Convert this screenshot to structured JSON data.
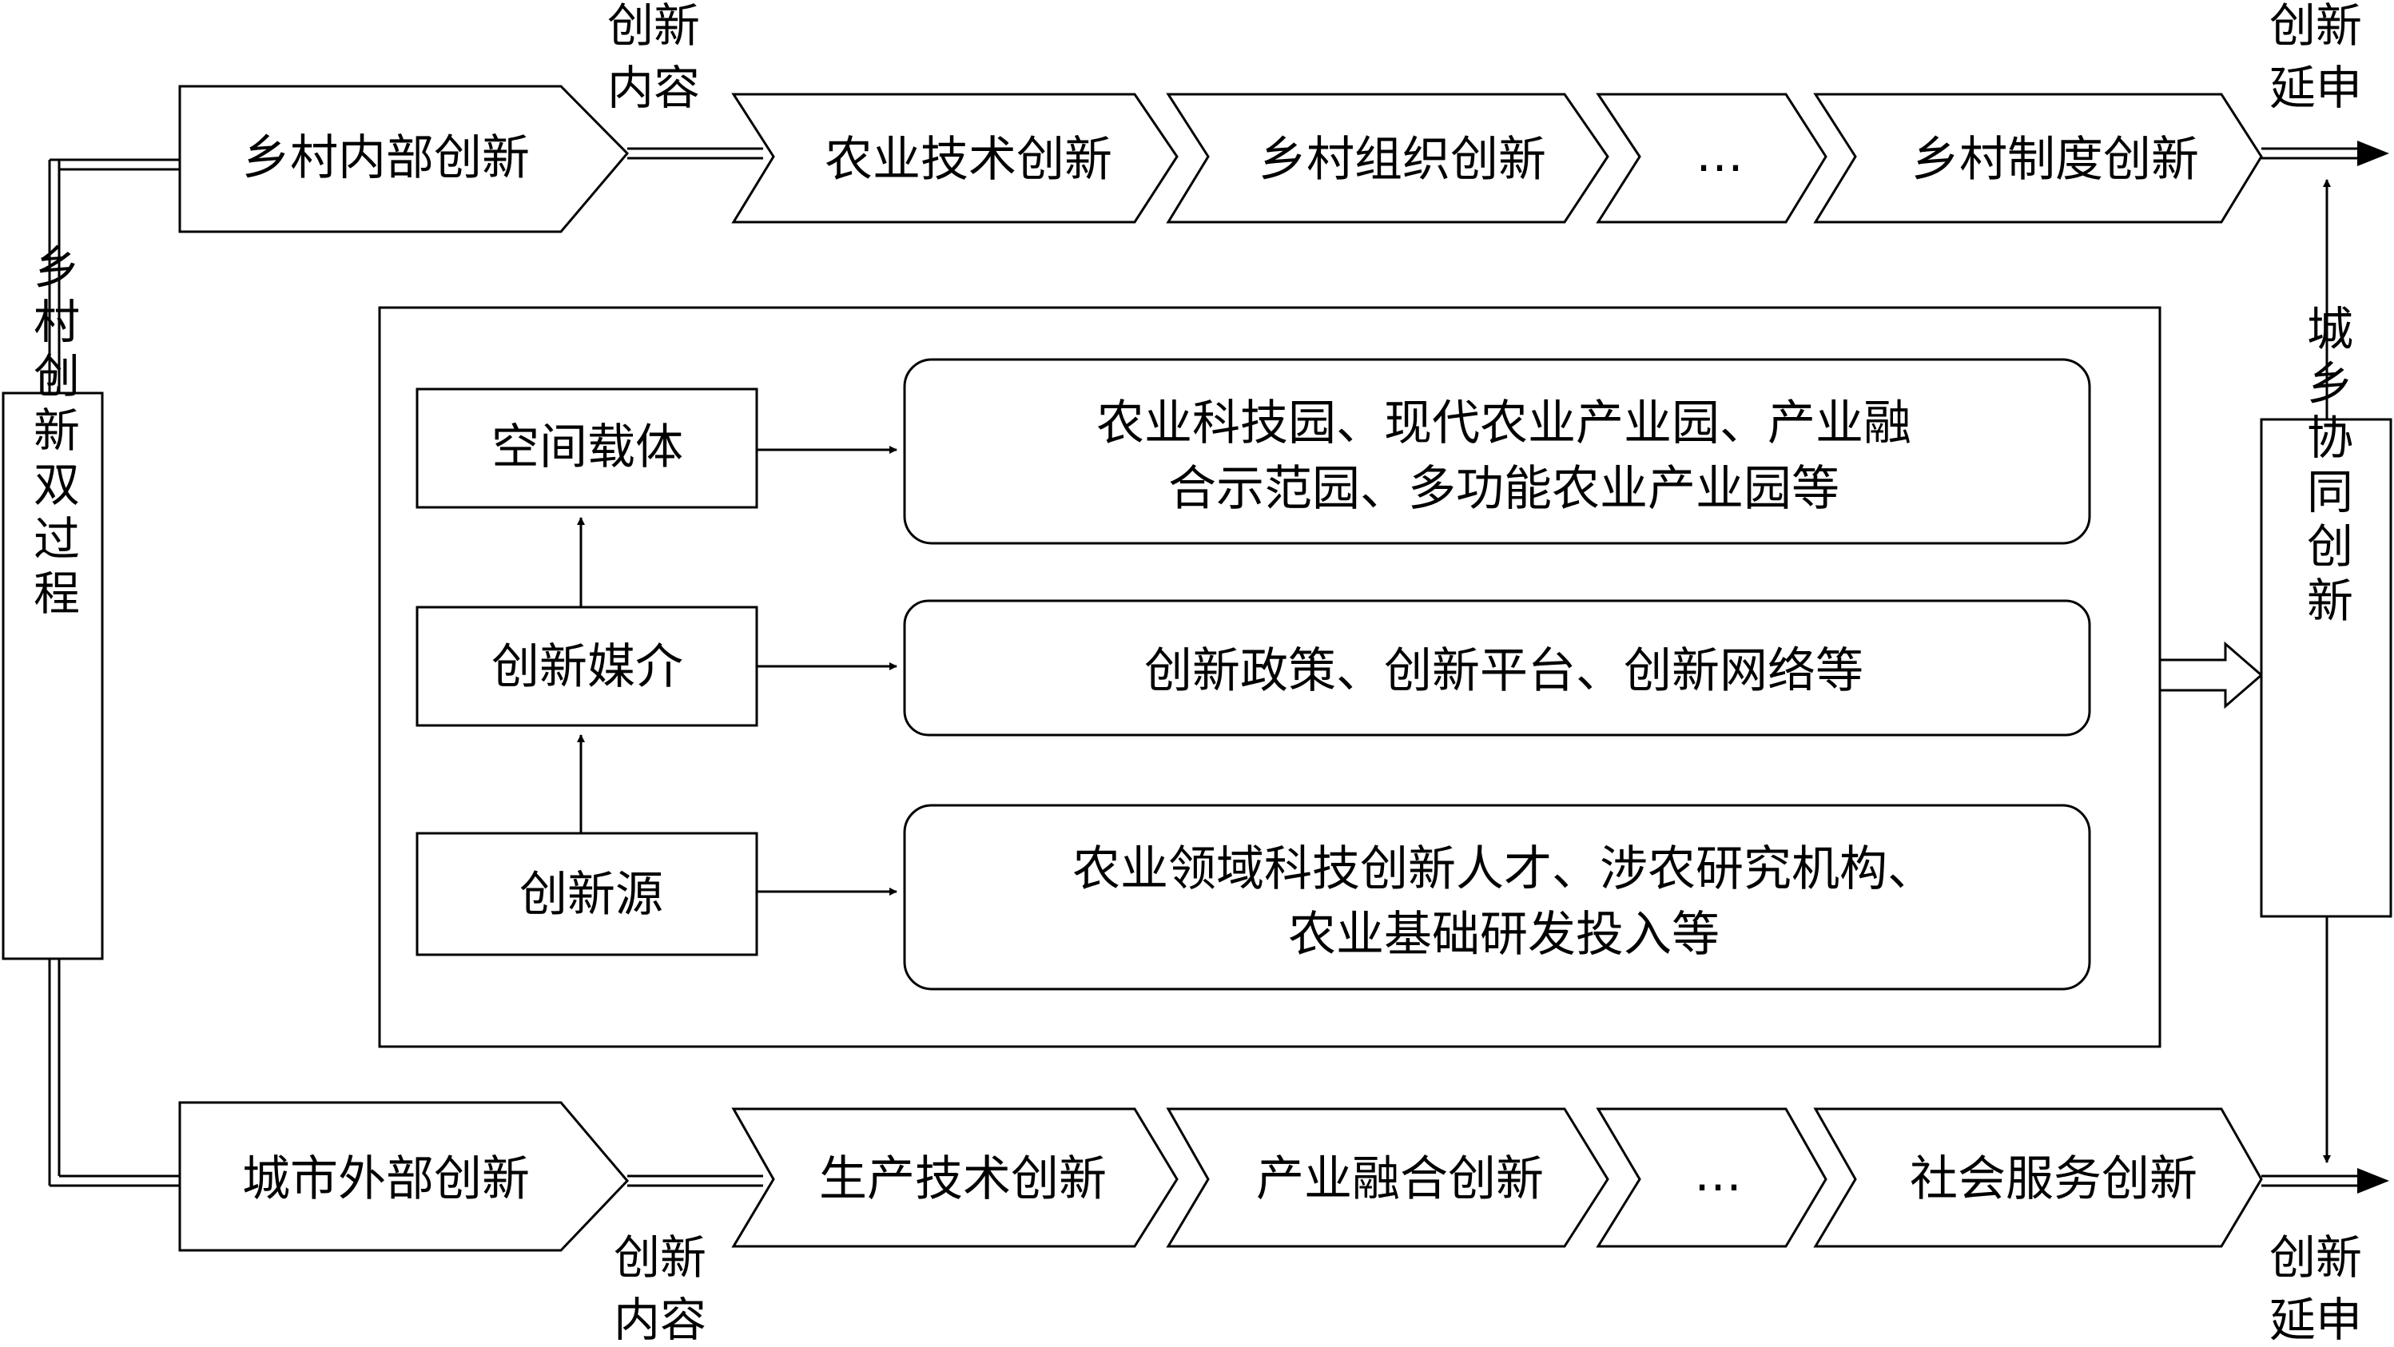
{
  "left_side_label": "乡村创新双过程",
  "right_side_label": "城乡协同创新",
  "top_row": {
    "source": "乡村内部创新",
    "content_label_line1": "创新",
    "content_label_line2": "内容",
    "steps": [
      "农业技术创新",
      "乡村组织创新",
      "…",
      "乡村制度创新"
    ],
    "extend_label_line1": "创新",
    "extend_label_line2": "延申"
  },
  "bottom_row": {
    "source": "城市外部创新",
    "content_label_line1": "创新",
    "content_label_line2": "内容",
    "steps": [
      "生产技术创新",
      "产业融合创新",
      "…",
      "社会服务创新"
    ],
    "extend_label_line1": "创新",
    "extend_label_line2": "延申"
  },
  "center": {
    "levels": [
      {
        "name": "空间载体",
        "desc_line1": "农业科技园、现代农业产业园、产业融",
        "desc_line2": "合示范园、多功能农业产业园等"
      },
      {
        "name": "创新媒介",
        "desc_line1": "创新政策、创新平台、创新网络等",
        "desc_line2": ""
      },
      {
        "name": "创新源",
        "desc_line1": "农业领域科技创新人才、涉农研究机构、",
        "desc_line2": "农业基础研发投入等"
      }
    ]
  }
}
